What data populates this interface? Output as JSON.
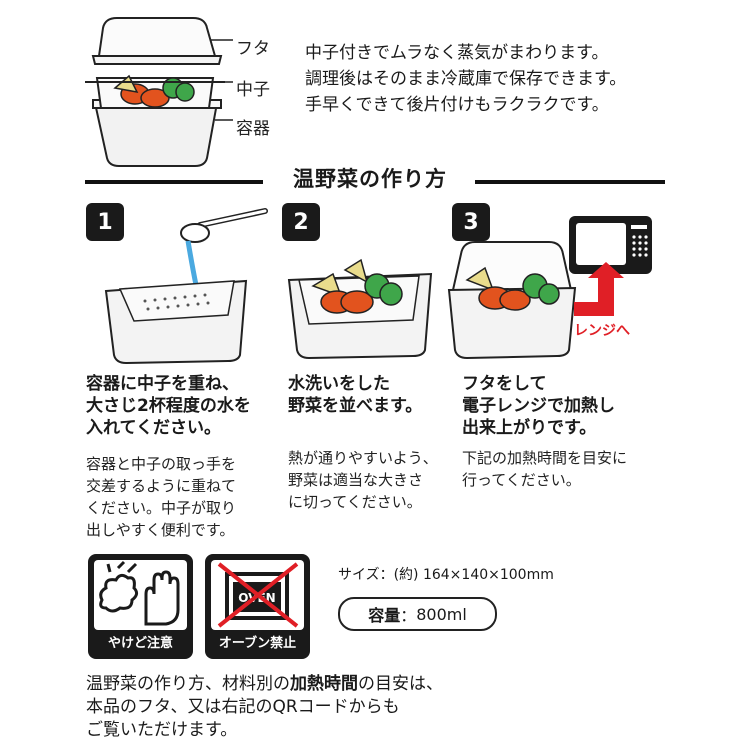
{
  "parts": {
    "lid": "フタ",
    "inner": "中子",
    "container": "容器"
  },
  "intro": [
    "中子付きでムラなく蒸気がまわります。",
    "調理後はそのまま冷蔵庫で保存できます。",
    "手早くできて後片付けもラクラクです。"
  ],
  "section_title": "温野菜の作り方",
  "steps": [
    {
      "number": "1",
      "main": [
        "容器に中子を重ね、",
        "大さじ2杯程度の水を",
        "入れてください。"
      ],
      "sub": [
        "容器と中子の取っ手を",
        "交差するように重ねて",
        "ください。中子が取り",
        "出しやすく便利です。"
      ]
    },
    {
      "number": "2",
      "main": [
        "水洗いをした",
        "野菜を並べます。"
      ],
      "sub": [
        "熱が通りやすいよう、",
        "野菜は適当な大きさ",
        "に切ってください。"
      ]
    },
    {
      "number": "3",
      "main": [
        "フタをして",
        "電子レンジで加熱し",
        "出来上がりです。"
      ],
      "sub": [
        "下記の加熱時間を目安に",
        "行ってください。"
      ]
    }
  ],
  "range_label": "レンジへ",
  "warnings": {
    "burn": "やけど注意",
    "oven": "オーブン禁止",
    "oven_sign": "OVEN"
  },
  "size": "サイズ：(約) 164×140×100mm",
  "capacity": {
    "label": "容量",
    "value": "800ml"
  },
  "footer": {
    "line1_pre": "温野菜の作り方、材料別の",
    "line1_bold": "加熱時間",
    "line1_post": "の目安は、",
    "line2": "本品のフタ、又は右記のQRコードからも",
    "line3": "ご覧いただけます。"
  },
  "colors": {
    "accent_red": "#e01f26",
    "dark": "#1a1a1a",
    "tomato": "#e2531e",
    "green": "#3fa64a",
    "potato": "#e9dc8c"
  }
}
